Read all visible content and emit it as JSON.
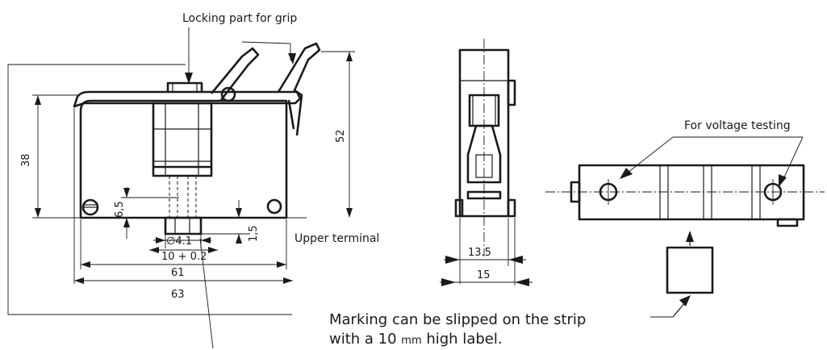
{
  "labels": {
    "locking_part": "Locking part for grip",
    "voltage_testing": "For voltage testing",
    "upper_terminal": "Upper terminal",
    "marking_line1": "Marking can be slipped on the strip",
    "marking_line2_prefix": "with a 10 ",
    "marking_line2_unit": "mm",
    "marking_line2_suffix": " high label."
  },
  "dimensions": {
    "height_38": "38",
    "height_52": "52",
    "dim_6_5": "6,5",
    "dim_1_5": "1,5",
    "diameter": "∅4.1",
    "slot_width": "10 + 0.2",
    "width_61": "61",
    "width_63": "63",
    "side_13_5": "13.5",
    "side_15": "15"
  }
}
